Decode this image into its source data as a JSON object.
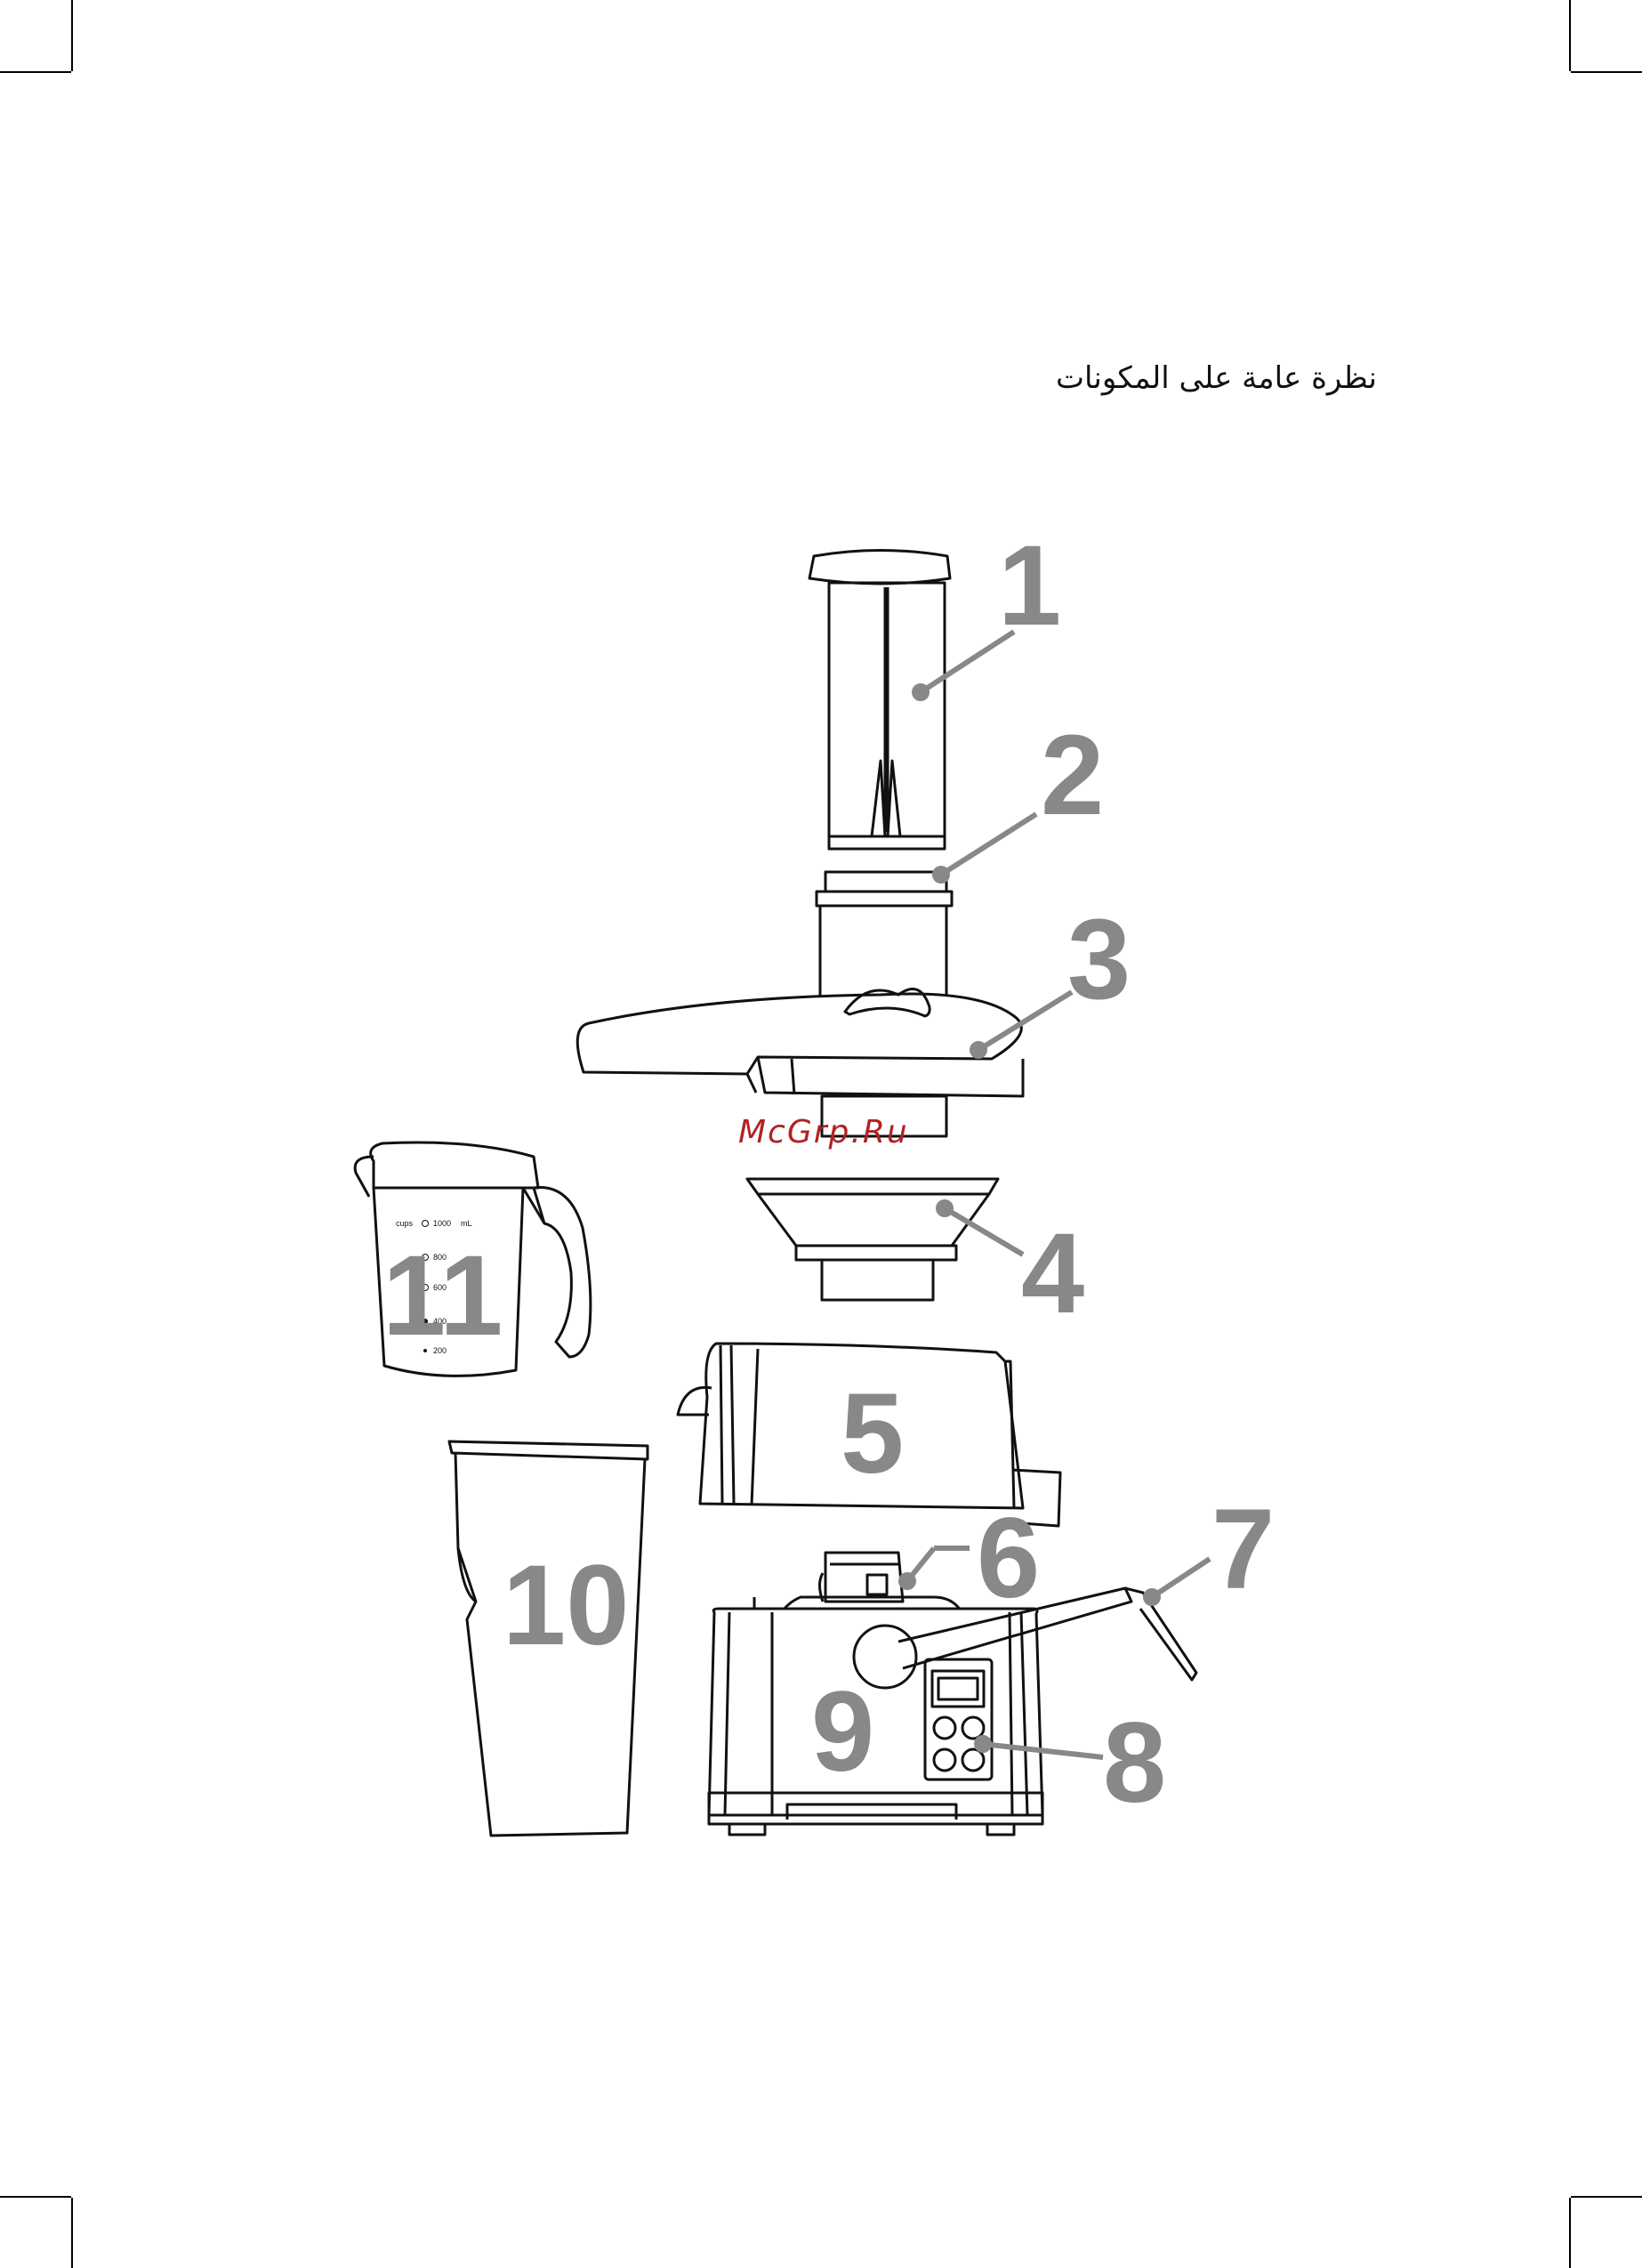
{
  "title": "نظرة عامة على المكونات",
  "watermark": "McGrp.Ru",
  "jug_scale": {
    "unit_left": "cups",
    "unit_right": "mL",
    "marks": [
      "1000",
      "800",
      "600",
      "400",
      "200"
    ]
  },
  "parts": [
    {
      "number": "1"
    },
    {
      "number": "2"
    },
    {
      "number": "3"
    },
    {
      "number": "4"
    },
    {
      "number": "5"
    },
    {
      "number": "6"
    },
    {
      "number": "7"
    },
    {
      "number": "8"
    },
    {
      "number": "9"
    },
    {
      "number": "10"
    },
    {
      "number": "11"
    }
  ],
  "colors": {
    "line": "#111111",
    "number": "#888888",
    "watermark": "#b22222"
  }
}
